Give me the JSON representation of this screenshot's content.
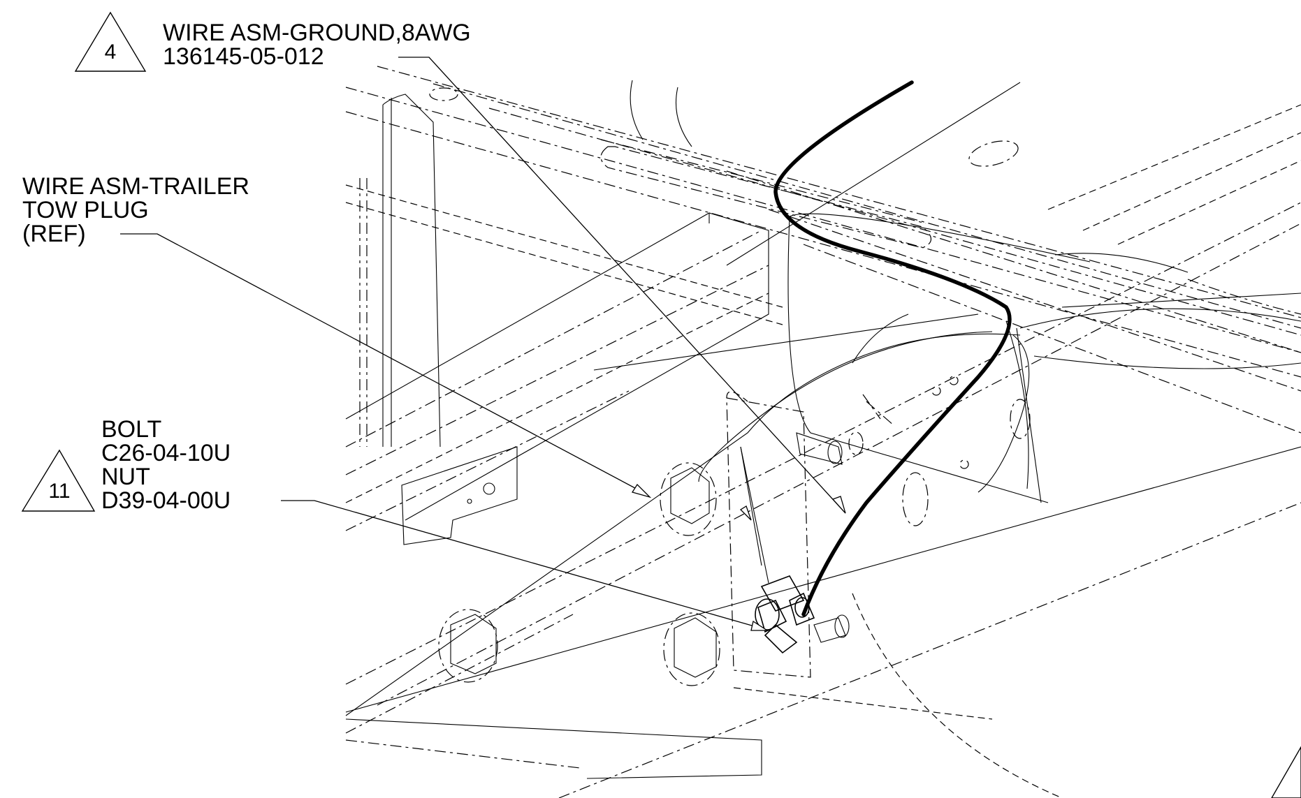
{
  "callouts": [
    {
      "id": "4",
      "lines": [
        "WIRE ASM-GROUND,8AWG",
        "136145-05-012"
      ]
    },
    {
      "id": "",
      "lines": [
        "WIRE ASM-TRAILER",
        "TOW PLUG",
        "(REF)"
      ]
    },
    {
      "id": "11",
      "lines": [
        "BOLT",
        "C26-04-10U",
        "NUT",
        "D39-04-00U"
      ]
    }
  ]
}
